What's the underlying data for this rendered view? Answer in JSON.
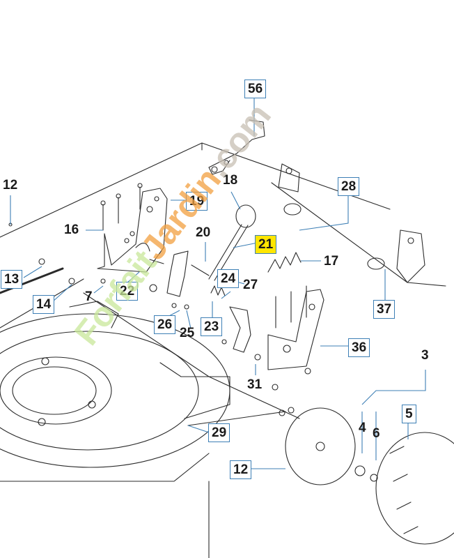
{
  "labels": {
    "l56": "56",
    "l12a": "12",
    "l18": "18",
    "l28": "28",
    "l19": "19",
    "l16": "16",
    "l20": "20",
    "l21": "21",
    "l17": "17",
    "l13": "13",
    "l14": "14",
    "l7": "7",
    "l22": "22",
    "l24": "24",
    "l27": "27",
    "l37": "37",
    "l26": "26",
    "l23": "23",
    "l25": "25",
    "l36": "36",
    "l3": "3",
    "l31": "31",
    "l5": "5",
    "l4": "4",
    "l6": "6",
    "l29": "29",
    "l12b": "12"
  },
  "highlighted_part": "21",
  "watermark": {
    "text_main": "Forfait",
    "text_accent": "Jardin",
    "text_suffix": ".com",
    "colors": {
      "green": "#c9e89a",
      "orange": "#f2a040",
      "grey": "#c8c0b4"
    }
  },
  "colors": {
    "box_border": "#3d7fb5",
    "highlight": "#ffe600",
    "line": "#2a2a2a"
  }
}
